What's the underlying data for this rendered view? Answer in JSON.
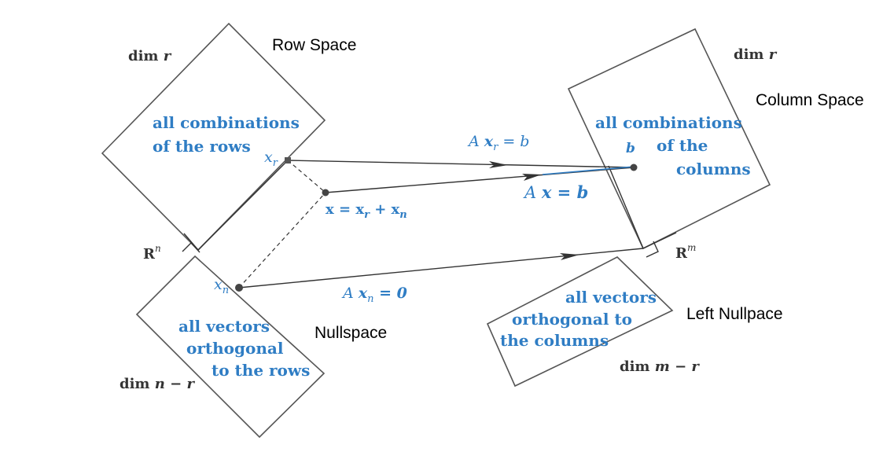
{
  "labels": {
    "row_space": "Row Space",
    "column_space": "Column Space",
    "nullspace": "Nullspace",
    "left_nullspace": "Left Nullpace"
  },
  "dims": {
    "row_dim_prefix": "dim ",
    "row_dim_var": "r",
    "col_dim_prefix": "dim ",
    "col_dim_var": "r",
    "null_dim_prefix": "dim ",
    "null_dim_n": "n",
    "null_dim_minus": " − ",
    "null_dim_r": "r",
    "leftnull_dim_prefix": "dim ",
    "leftnull_dim_m": "m",
    "leftnull_dim_minus": " − ",
    "leftnull_dim_r": "r"
  },
  "spaces": {
    "Rn_base": "R",
    "Rn_exp": "n",
    "Rm_base": "R",
    "Rm_exp": "m"
  },
  "descriptions": {
    "row_line1": "all combinations",
    "row_line2": "of the rows",
    "col_line1": "all combinations",
    "col_line2": "of the",
    "col_line3": "columns",
    "null_line1": "all vectors",
    "null_line2": "orthogonal",
    "null_line3": "to the rows",
    "leftnull_line1": "all vectors",
    "leftnull_line2": "orthogonal to",
    "leftnull_line3": "the columns"
  },
  "vectors": {
    "xr_base": "x",
    "xr_sub": "r",
    "xn_base": "x",
    "xn_sub": "n",
    "b_label": "b",
    "x_eq_base": "x = x",
    "x_eq_sub1": "r",
    "x_eq_plus": " + x",
    "x_eq_sub2": "n"
  },
  "equations": {
    "axr_A": "A ",
    "axr_x": "x",
    "axr_sub": "r",
    "axr_rhs": " = b",
    "ax_A": "A ",
    "ax_x": "x",
    "ax_rhs": " = b",
    "axn_A": "A ",
    "axn_x": "x",
    "axn_sub": "n",
    "axn_rhs": " = 0"
  }
}
